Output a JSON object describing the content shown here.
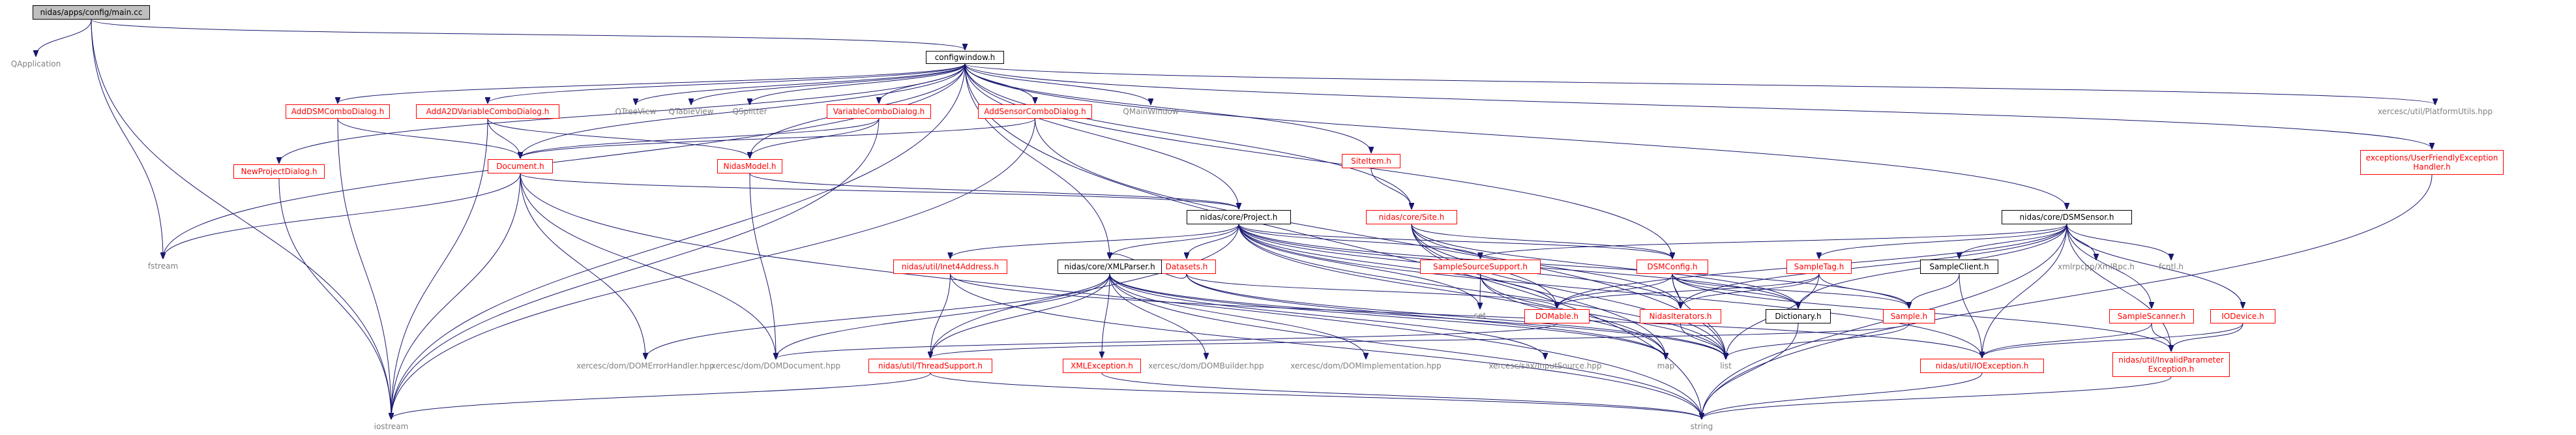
{
  "graph": {
    "nodes": [
      {
        "id": "main",
        "label": "nidas/apps/config/main.cc",
        "style": "root"
      },
      {
        "id": "qapplication",
        "label": "QApplication",
        "style": "gray"
      },
      {
        "id": "configwindow",
        "label": "configwindow.h",
        "style": "black"
      },
      {
        "id": "iostream",
        "label": "iostream",
        "style": "gray"
      },
      {
        "id": "fstream",
        "label": "fstream",
        "style": "gray"
      },
      {
        "id": "newproject",
        "label": "NewProjectDialog.h",
        "style": "red"
      },
      {
        "id": "adddsm",
        "label": "AddDSMComboDialog.h",
        "style": "red"
      },
      {
        "id": "adda2d",
        "label": "AddA2DVariableComboDialog.h",
        "style": "red"
      },
      {
        "id": "qtreeview",
        "label": "QTreeView",
        "style": "gray"
      },
      {
        "id": "qtableview",
        "label": "QTableView",
        "style": "gray"
      },
      {
        "id": "qsplitter",
        "label": "QSplitter",
        "style": "gray"
      },
      {
        "id": "varcombo",
        "label": "VariableComboDialog.h",
        "style": "red"
      },
      {
        "id": "addsensor",
        "label": "AddSensorComboDialog.h",
        "style": "red"
      },
      {
        "id": "qmainwindow",
        "label": "QMainWindow",
        "style": "gray"
      },
      {
        "id": "siteitem",
        "label": "SiteItem.h",
        "style": "red"
      },
      {
        "id": "platformutils",
        "label": "xercesc/util/PlatformUtils.hpp",
        "style": "gray"
      },
      {
        "id": "userfriendly",
        "label": "exceptions/UserFriendlyException Handler.h",
        "style": "red"
      },
      {
        "id": "document",
        "label": "Document.h",
        "style": "red"
      },
      {
        "id": "nidasmodel",
        "label": "NidasModel.h",
        "style": "red"
      },
      {
        "id": "project",
        "label": "nidas/core/Project.h",
        "style": "black"
      },
      {
        "id": "site",
        "label": "nidas/core/Site.h",
        "style": "red"
      },
      {
        "id": "dsmsensor",
        "label": "nidas/core/DSMSensor.h",
        "style": "black"
      },
      {
        "id": "datasets",
        "label": "Datasets.h",
        "style": "red"
      },
      {
        "id": "inet4",
        "label": "nidas/util/Inet4Address.h",
        "style": "red"
      },
      {
        "id": "xmlparser",
        "label": "nidas/core/XMLParser.h",
        "style": "black"
      },
      {
        "id": "samplesource",
        "label": "SampleSourceSupport.h",
        "style": "red"
      },
      {
        "id": "dsmconfig",
        "label": "DSMConfig.h",
        "style": "red"
      },
      {
        "id": "sampletag",
        "label": "SampleTag.h",
        "style": "red"
      },
      {
        "id": "sampleclient",
        "label": "SampleClient.h",
        "style": "black"
      },
      {
        "id": "xmlrpc",
        "label": "xmlrpcpp/XmlRpc.h",
        "style": "gray"
      },
      {
        "id": "fcntl",
        "label": "fcntl.h",
        "style": "gray"
      },
      {
        "id": "set",
        "label": "set",
        "style": "gray"
      },
      {
        "id": "domable",
        "label": "DOMable.h",
        "style": "red"
      },
      {
        "id": "nidasiterators",
        "label": "NidasIterators.h",
        "style": "red"
      },
      {
        "id": "dictionary",
        "label": "Dictionary.h",
        "style": "black"
      },
      {
        "id": "sample",
        "label": "Sample.h",
        "style": "red"
      },
      {
        "id": "samplescanner",
        "label": "SampleScanner.h",
        "style": "red"
      },
      {
        "id": "iodevice",
        "label": "IODevice.h",
        "style": "red"
      },
      {
        "id": "domerror",
        "label": "xercesc/dom/DOMErrorHandler.hpp",
        "style": "gray"
      },
      {
        "id": "domdocument",
        "label": "xercesc/dom/DOMDocument.hpp",
        "style": "gray"
      },
      {
        "id": "threadsupport",
        "label": "nidas/util/ThreadSupport.h",
        "style": "red"
      },
      {
        "id": "xmlexception",
        "label": "XMLException.h",
        "style": "red"
      },
      {
        "id": "dombuilder",
        "label": "xercesc/dom/DOMBuilder.hpp",
        "style": "gray"
      },
      {
        "id": "domimpl",
        "label": "xercesc/dom/DOMImplementation.hpp",
        "style": "gray"
      },
      {
        "id": "inputsource",
        "label": "xercesc/sax/InputSource.hpp",
        "style": "gray"
      },
      {
        "id": "map",
        "label": "map",
        "style": "gray"
      },
      {
        "id": "list",
        "label": "list",
        "style": "gray"
      },
      {
        "id": "ioexception",
        "label": "nidas/util/IOException.h",
        "style": "red"
      },
      {
        "id": "invalidparam",
        "label": "nidas/util/InvalidParameter Exception.h",
        "style": "red"
      },
      {
        "id": "string",
        "label": "string",
        "style": "gray"
      }
    ]
  },
  "colors": {
    "edge": "#191970",
    "red_node": "#ff0000",
    "gray_label": "#808080",
    "root_fill": "#bfbfbf"
  }
}
